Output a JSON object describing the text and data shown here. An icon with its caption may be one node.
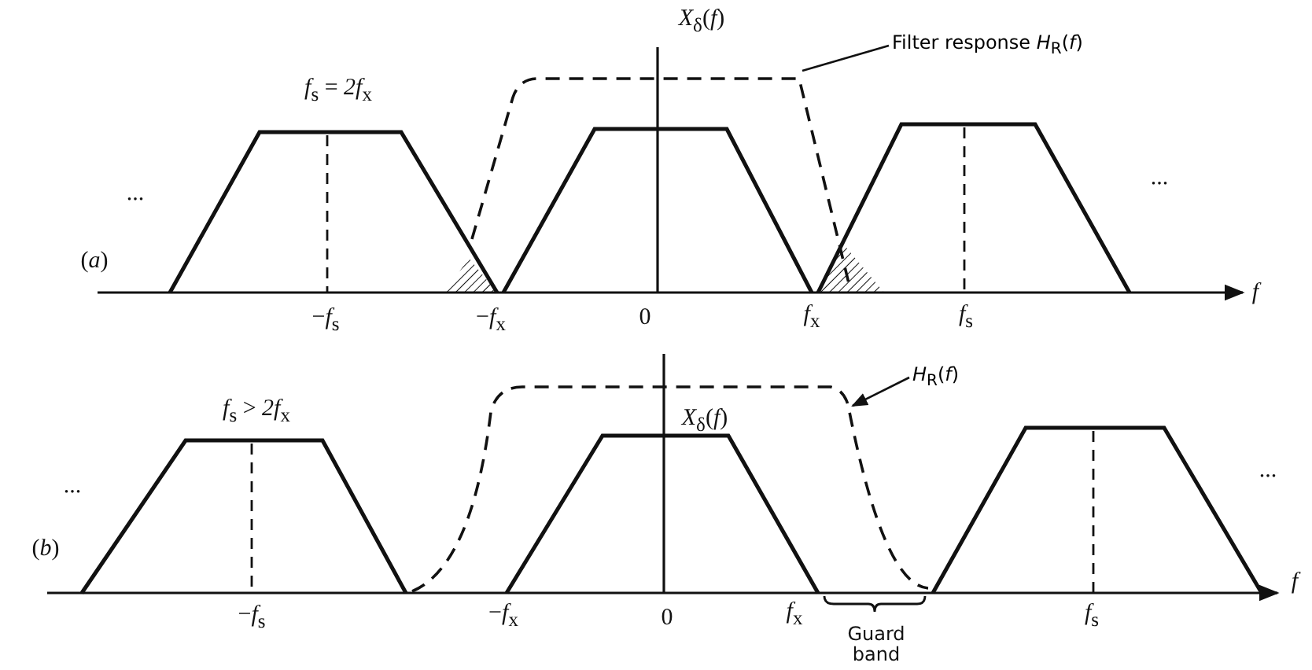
{
  "diagram": {
    "nodes": [
      {
        "text": [
          "Filter response *H*$_{R}$(*f*)"
        ]
      },
      {
        "text": [],
        "shape": "line"
      },
      {
        "text": [
          "*H*$_{R}$(*f*)"
        ]
      },
      {
        "text": [],
        "shape": "line"
      }
    ],
    "edges": [
      {
        "from": 0,
        "to": 1,
        "arrow": "none"
      },
      {
        "from": 2,
        "to": 3,
        "arrow": "to"
      }
    ],
    "labels": [
      "*X*$_{δ}$(*f*)",
      "*f*$_{s}$ = *2f*$_{x}$",
      "...",
      "...",
      "(*a*)",
      "−*f*$_{s}$",
      "−*f*$_{x}$",
      "0",
      "*f*$_{x}$",
      "*f*$_{s}$",
      "*f*",
      "*f*$_{s}$ > *2f*$_{x}$",
      "...",
      "(*b*)",
      "*X*$_{δ}$(*f*)",
      "−*f*$_{s}$",
      "−*f*$_{x}$",
      "0",
      "*f*$_{x}$",
      "Guard band",
      "*f*$_{s}$",
      "...",
      "*f*"
    ]
  }
}
